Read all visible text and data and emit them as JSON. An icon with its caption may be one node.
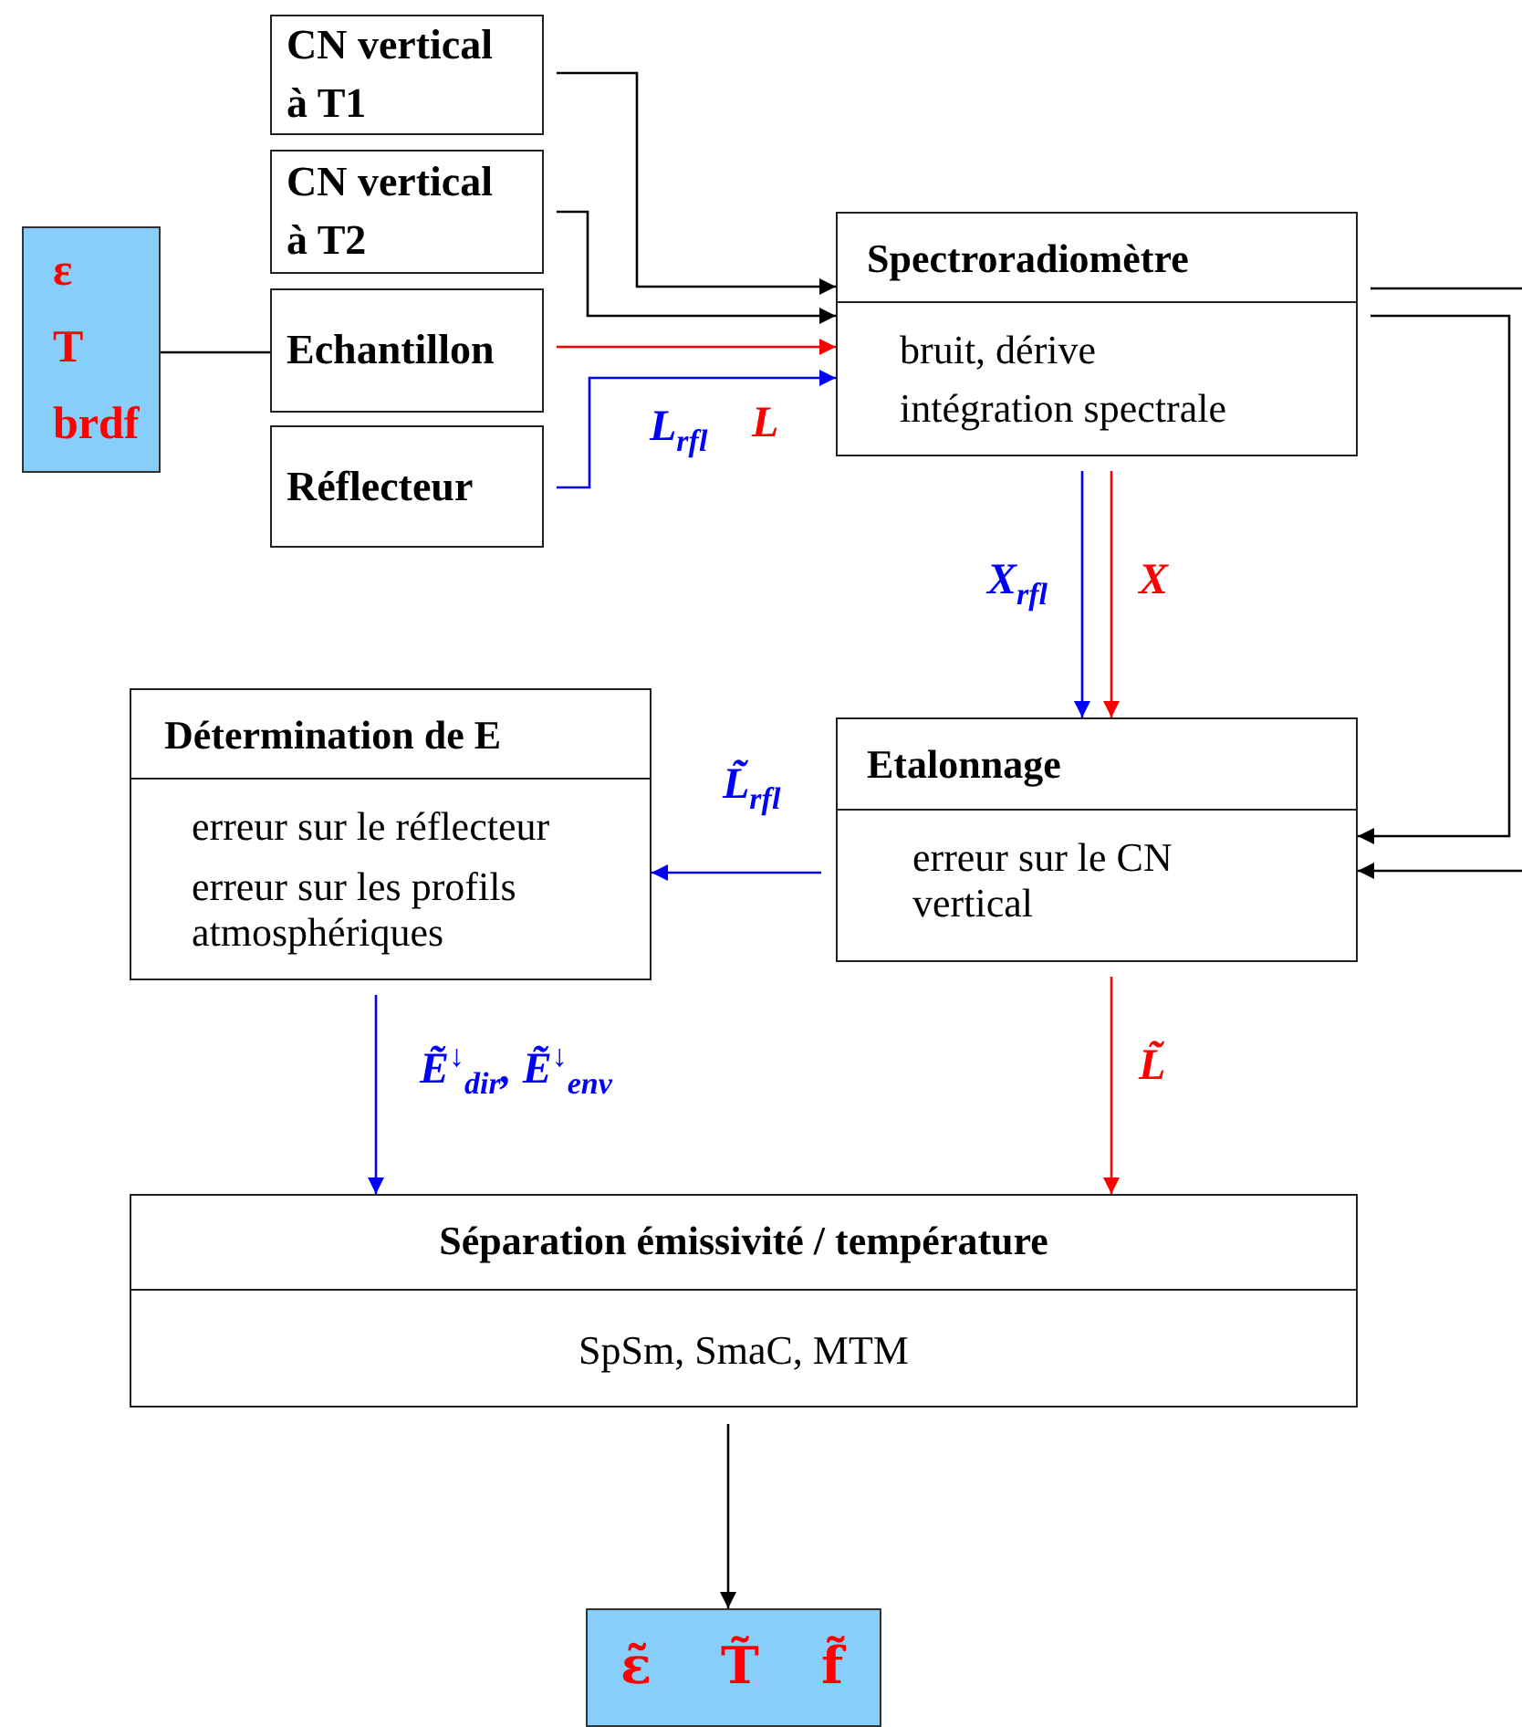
{
  "diagram": {
    "nodes": [
      {
        "text": [
          "ε",
          "T",
          "brdf"
        ]
      },
      {
        "text": [
          "CN vertical à T1"
        ]
      },
      {
        "text": [
          "CN vertical à T2"
        ]
      },
      {
        "text": [
          "Echantillon"
        ]
      },
      {
        "text": [
          "Réflecteur"
        ]
      },
      {
        "text": [
          "Spectroradiomètre",
          "bruit, dérive",
          "intégration spectrale"
        ]
      },
      {
        "text": [
          "Détermination de E",
          "erreur sur le réflecteur",
          "erreur sur les profils atmosphériques"
        ]
      },
      {
        "text": [
          "Etalonnage",
          "erreur sur le CN vertical"
        ]
      },
      {
        "text": [
          "Séparation émissivité / température",
          "SpSm, SmaC, MTM"
        ]
      },
      {
        "text": [
          "ε̃",
          "T̃",
          "f̃"
        ]
      }
    ],
    "edges": [
      {
        "from": 0,
        "to": 3,
        "arrow": "none"
      },
      {
        "from": 1,
        "to": 5,
        "arrow": "to"
      },
      {
        "from": 2,
        "to": 5,
        "arrow": "to"
      },
      {
        "from": 3,
        "to": 5,
        "arrow": "to",
        "label": "L",
        "color": "#ff0000"
      },
      {
        "from": 4,
        "to": 5,
        "arrow": "to",
        "label": "L$_{rfl}$",
        "color": "#0000ff"
      },
      {
        "from": 5,
        "to": 7,
        "arrow": "to",
        "label": "X$_{rfl}$",
        "color": "#0000ff"
      },
      {
        "from": 5,
        "to": 7,
        "arrow": "to",
        "label": "X",
        "color": "#ff0000"
      },
      {
        "from": 5,
        "to": 7,
        "arrow": "to"
      },
      {
        "from": 5,
        "to": 7,
        "arrow": "to"
      },
      {
        "from": 7,
        "to": 6,
        "arrow": "to",
        "label": "L̃$_{rfl}$",
        "color": "#0000ff"
      },
      {
        "from": 6,
        "to": 8,
        "arrow": "to",
        "label": "Ẽ$^{↓}$$_{dir}$, Ẽ$^{↓}$$_{env}$",
        "color": "#0000ff"
      },
      {
        "from": 7,
        "to": 8,
        "arrow": "to",
        "label": "L̃",
        "color": "#ff0000"
      },
      {
        "from": 8,
        "to": 9,
        "arrow": "to"
      }
    ]
  }
}
